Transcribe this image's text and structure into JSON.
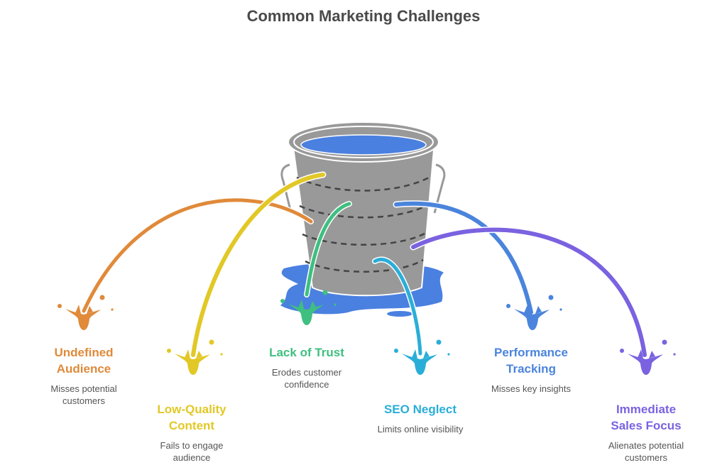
{
  "title": "Common Marketing Challenges",
  "colors": {
    "bucket": "#999999",
    "water": "#4a80e0",
    "text_dark": "#4a4a4a",
    "text_desc": "#555555"
  },
  "challenges": [
    {
      "id": "undefined-audience",
      "title": "Undefined Audience",
      "description": "Misses potential customers",
      "color": "#e08a3a"
    },
    {
      "id": "low-quality-content",
      "title": "Low-Quality Content",
      "description": "Fails to engage audience",
      "color": "#e2c826"
    },
    {
      "id": "lack-of-trust",
      "title": "Lack of Trust",
      "description": "Erodes customer confidence",
      "color": "#3fbf80"
    },
    {
      "id": "seo-neglect",
      "title": "SEO Neglect",
      "description": "Limits online visibility",
      "color": "#2aaed8"
    },
    {
      "id": "performance-tracking",
      "title": "Performance Tracking",
      "description": "Misses key insights",
      "color": "#4a84dc"
    },
    {
      "id": "immediate-sales-focus",
      "title": "Immediate Sales Focus",
      "description": "Alienates potential customers",
      "color": "#7b62e0"
    }
  ]
}
